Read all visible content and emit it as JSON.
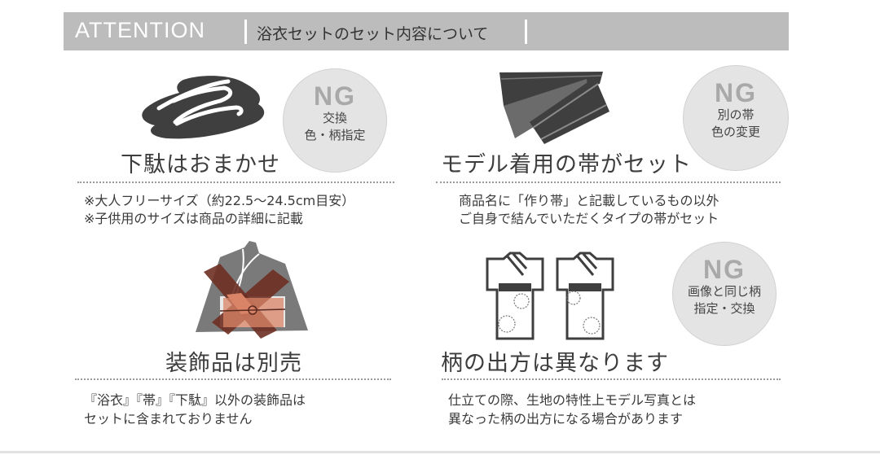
{
  "header": {
    "label_en": "ATTENTION",
    "label_jp": "浴衣セットのセット内容について",
    "bar_color": "#bcbcbc"
  },
  "sections": [
    {
      "id": "geta",
      "icon": "geta-sandal-icon",
      "title": "下駄はおまかせ",
      "notes": [
        "※大人フリーサイズ（約22.5～24.5cm目安）",
        "※子供用のサイズは商品の詳細に記載"
      ],
      "ng": {
        "mark": "NG",
        "lines": [
          "交換",
          "色・柄指定"
        ]
      }
    },
    {
      "id": "obi",
      "icon": "obi-sash-icon",
      "title": "モデル着用の帯がセット",
      "notes": [
        "商品名に「作り帯」と記載しているもの以外",
        "ご自身で結んでいただくタイプの帯がセット"
      ],
      "ng": {
        "mark": "NG",
        "lines": [
          "別の帯",
          "色の変更"
        ]
      }
    },
    {
      "id": "accessories",
      "icon": "kimono-crossed-out-icon",
      "title": "装飾品は別売",
      "notes": [
        "『浴衣』『帯』『下駄』以外の装飾品は",
        "セットに含まれておりません"
      ]
    },
    {
      "id": "pattern",
      "icon": "yukata-pattern-icon",
      "title": "柄の出方は異なります",
      "notes": [
        "仕立ての際、生地の特性上モデル写真とは",
        "異なった柄の出方になる場合があります"
      ],
      "ng": {
        "mark": "NG",
        "lines": [
          "画像と同じ柄",
          "指定・交換"
        ]
      }
    }
  ],
  "colors": {
    "icon_dark": "#3f3f3f",
    "icon_mid": "#6b6b6b",
    "ng_circle": "#e4e4e4",
    "ng_text": "#a9a9a9",
    "cross_dark": "#6e2f22",
    "cross_light": "#d98467"
  }
}
